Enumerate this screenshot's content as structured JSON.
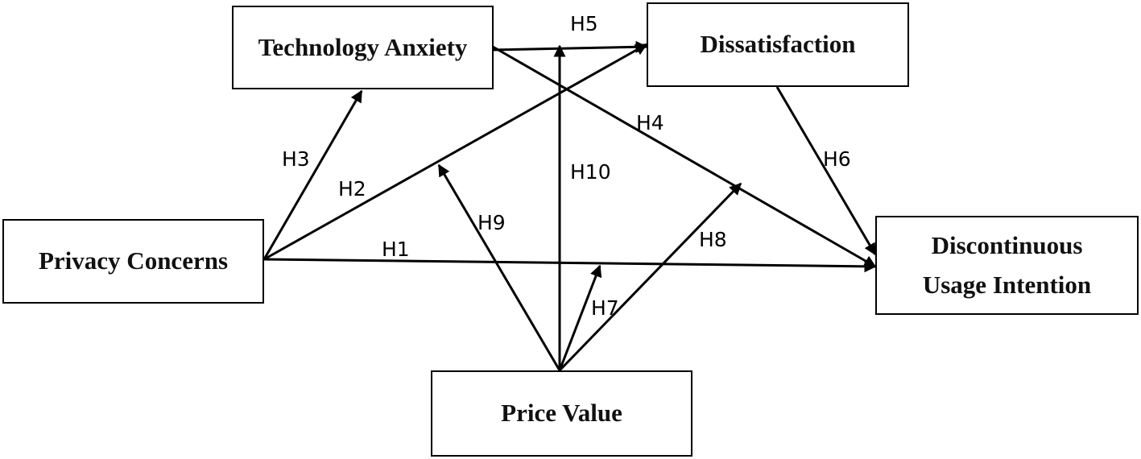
{
  "nodes": {
    "technology_anxiety": "Technology Anxiety",
    "dissatisfaction": "Dissatisfaction",
    "privacy_concerns": "Privacy Concerns",
    "discontinuous_usage": {
      "line1": "Discontinuous",
      "line2": "Usage Intention"
    },
    "price_value": "Price Value"
  },
  "hypotheses": {
    "h1": "H1",
    "h2": "H2",
    "h3": "H3",
    "h4": "H4",
    "h5": "H5",
    "h6": "H6",
    "h7": "H7",
    "h8": "H8",
    "h9": "H9",
    "h10": "H10"
  },
  "colors": {
    "line": "#000000",
    "box_border": "#000000",
    "background": "#ffffff"
  }
}
